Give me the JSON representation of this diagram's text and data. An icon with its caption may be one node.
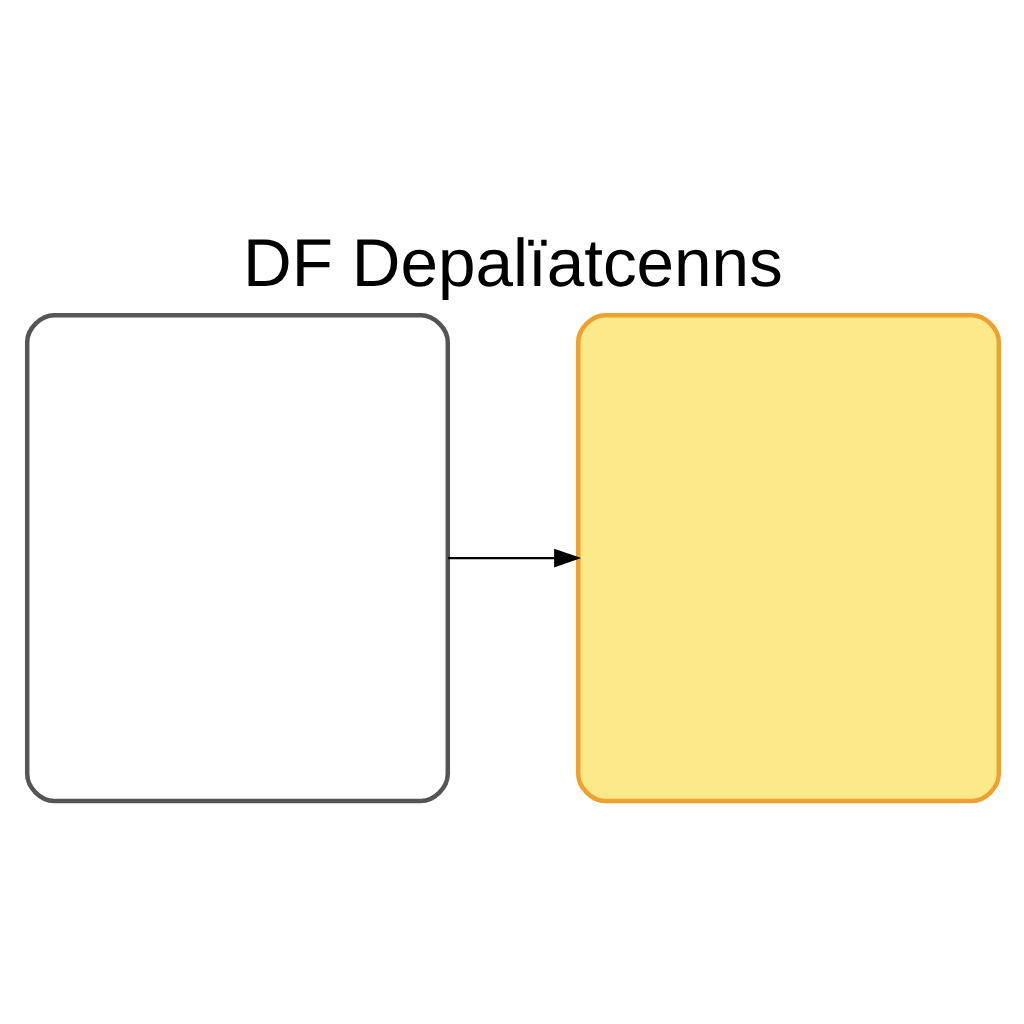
{
  "diagram": {
    "title": "DF Depalïatcenns",
    "nodes": [
      {
        "text": [],
        "shape": "box"
      },
      {
        "text": [],
        "shape": "box"
      }
    ],
    "edges": [
      {
        "from": 0,
        "to": 1,
        "arrow": "to"
      }
    ]
  }
}
